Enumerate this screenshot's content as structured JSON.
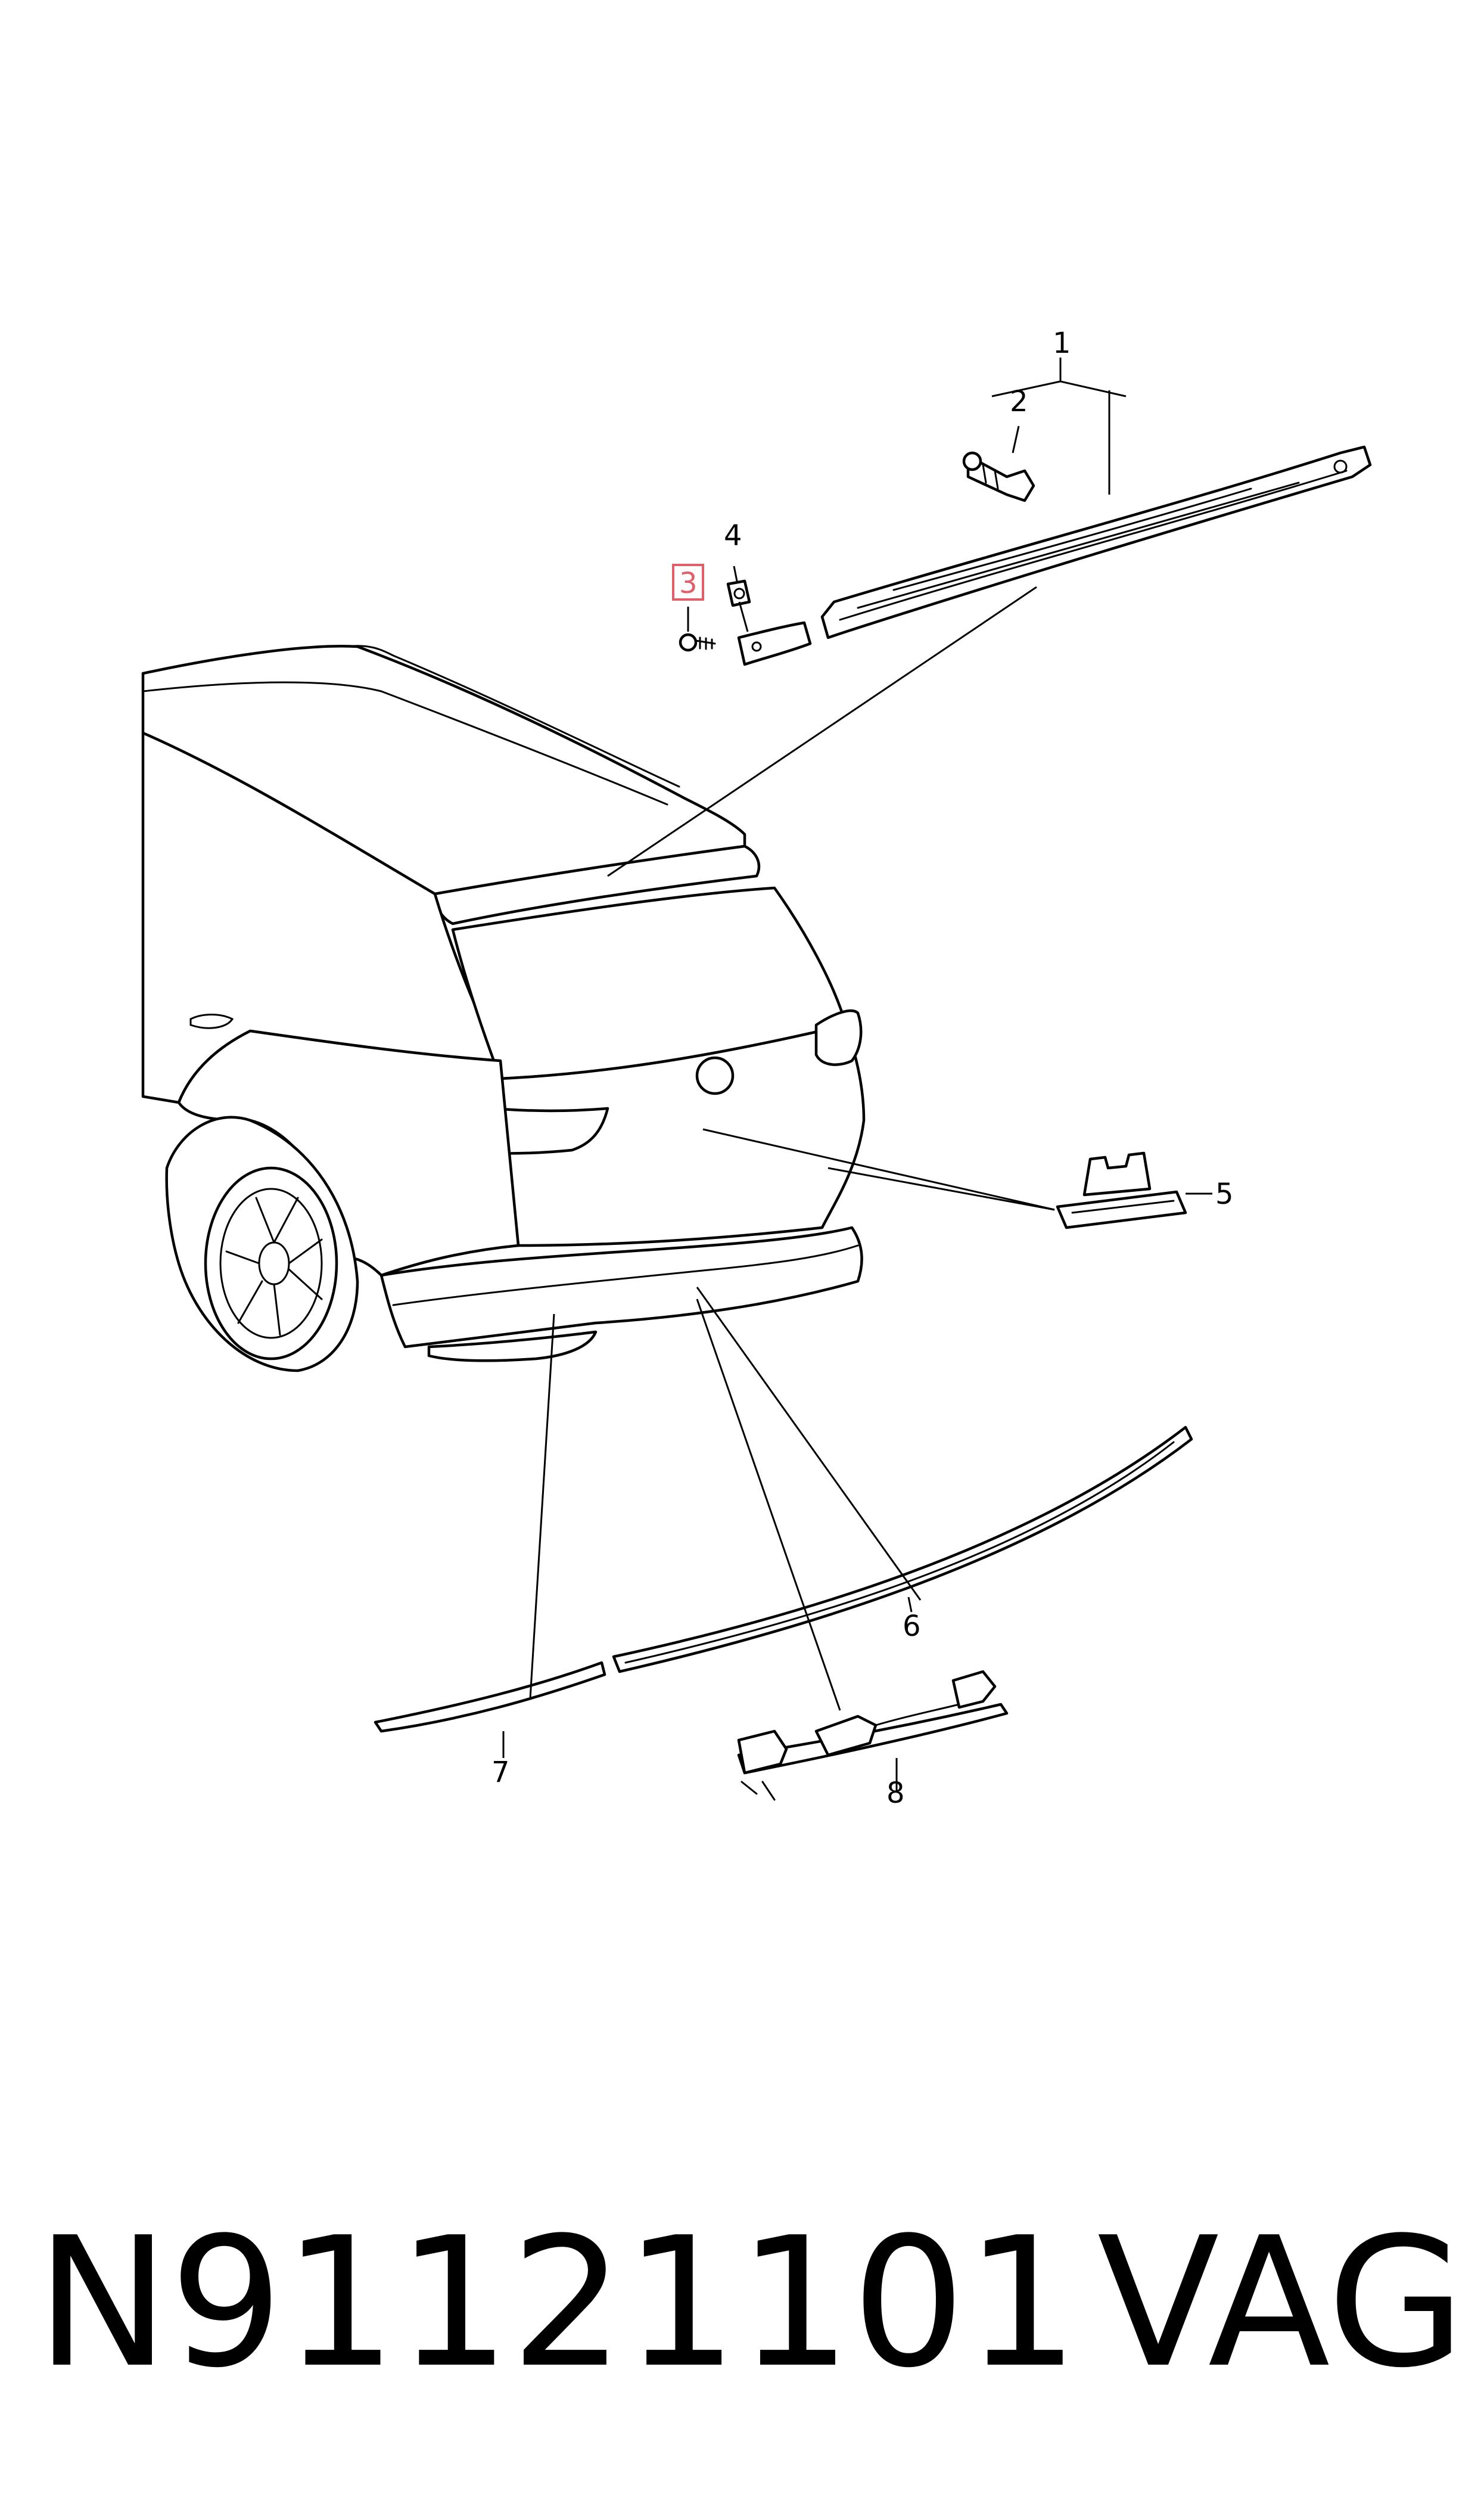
{
  "callouts": {
    "c1": "1",
    "c2": "2",
    "c3": "3",
    "c4": "4",
    "c5": "5",
    "c6": "6",
    "c7": "7",
    "c8": "8"
  },
  "highlight_color": "#e0606a",
  "footer": {
    "part_number": "N91121101",
    "brand": "VAG"
  }
}
